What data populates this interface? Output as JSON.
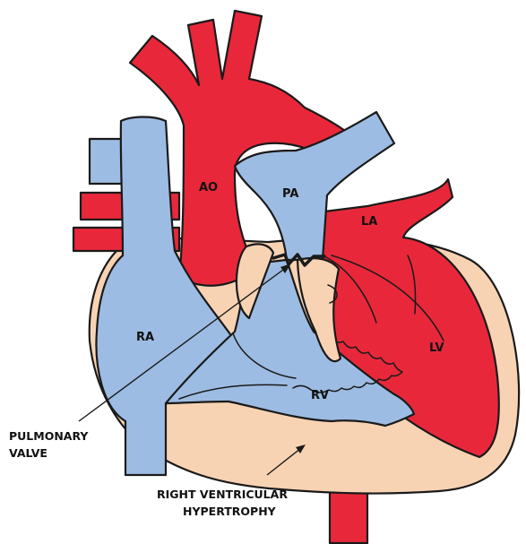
{
  "colors": {
    "oxygenated": "#e8283a",
    "deoxygenated": "#9dbce3",
    "muscle": "#f8d3b3",
    "outline": "#1a1a1a"
  },
  "labels": {
    "ao": "AO",
    "pa": "PA",
    "la": "LA",
    "ra": "RA",
    "lv": "LV",
    "rv": "RV"
  },
  "callouts": {
    "pulmonary_valve": [
      "PULMONARY",
      "VALVE"
    ],
    "rv_hypertrophy": [
      "RIGHT VENTRICULAR",
      "HYPERTROPHY"
    ]
  }
}
